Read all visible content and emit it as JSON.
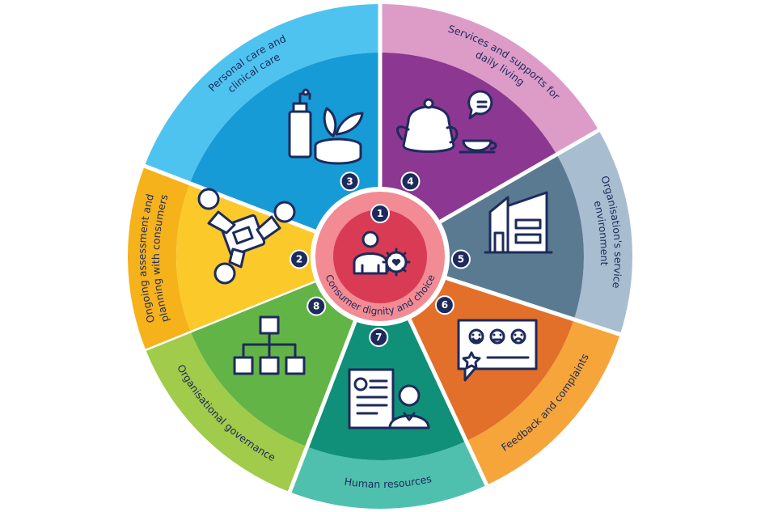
{
  "diagram": {
    "center": {
      "number": "1",
      "label": "Consumer dignity and choice",
      "icon": "person-gear-icon",
      "colors": {
        "outer": "#f28b93",
        "inner": "#d93b55"
      }
    },
    "segments": [
      {
        "number": "2",
        "label_lines": [
          "Ongoing assessment and",
          "planning with consumers"
        ],
        "icon": "team-table-icon",
        "outer_color": "#f6b21b",
        "inner_color": "#fcc92a"
      },
      {
        "number": "3",
        "label_lines": [
          "Personal care and",
          "clinical care"
        ],
        "icon": "care-products-icon",
        "outer_color": "#4fc3f0",
        "inner_color": "#169bd7"
      },
      {
        "number": "4",
        "label_lines": [
          "Services and supports for",
          "daily living"
        ],
        "icon": "teapot-icon",
        "outer_color": "#dd9cc8",
        "inner_color": "#8c3792"
      },
      {
        "number": "5",
        "label_lines": [
          "Organisation's service",
          "environment"
        ],
        "icon": "building-icon",
        "outer_color": "#a9bdd0",
        "inner_color": "#5a7a92"
      },
      {
        "number": "6",
        "label_lines": [
          "Feedback and complaints"
        ],
        "icon": "feedback-icon",
        "outer_color": "#f6a53a",
        "inner_color": "#e26f2a"
      },
      {
        "number": "7",
        "label_lines": [
          "Human resources"
        ],
        "icon": "resume-icon",
        "outer_color": "#4fc0ae",
        "inner_color": "#109079"
      },
      {
        "number": "8",
        "label_lines": [
          "Organisational governance"
        ],
        "icon": "org-chart-icon",
        "outer_color": "#a1cb4a",
        "inner_color": "#62b446"
      }
    ]
  }
}
